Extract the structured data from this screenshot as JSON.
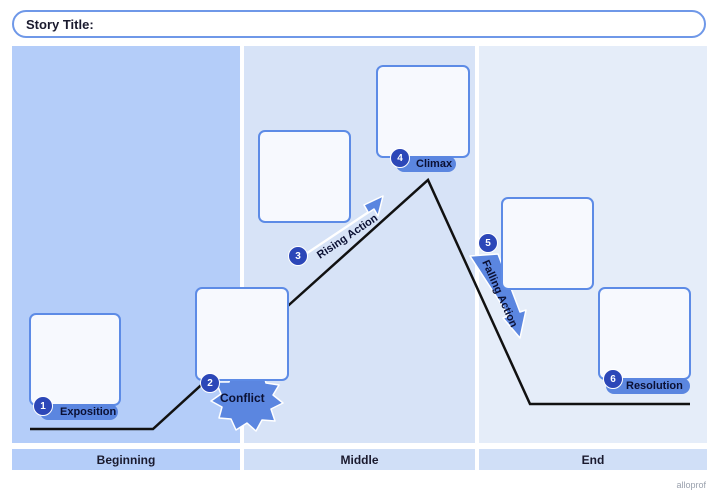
{
  "header": {
    "title_label": "Story Title:"
  },
  "sections": [
    "Beginning",
    "Middle",
    "End"
  ],
  "steps": [
    {
      "number": "1",
      "label": "Exposition"
    },
    {
      "number": "2",
      "label": "Conflict"
    },
    {
      "number": "3",
      "label": "Rising Action"
    },
    {
      "number": "4",
      "label": "Climax"
    },
    {
      "number": "5",
      "label": "Falling Action"
    },
    {
      "number": "6",
      "label": "Resolution"
    }
  ],
  "brand": "alloprof",
  "colors": {
    "accent": "#5b86e0",
    "badge": "#2c47b8",
    "line": "#111111",
    "beginning_bg": "#b4cdf9",
    "middle_bg": "#d7e3f7",
    "end_bg": "#e5edf9"
  }
}
